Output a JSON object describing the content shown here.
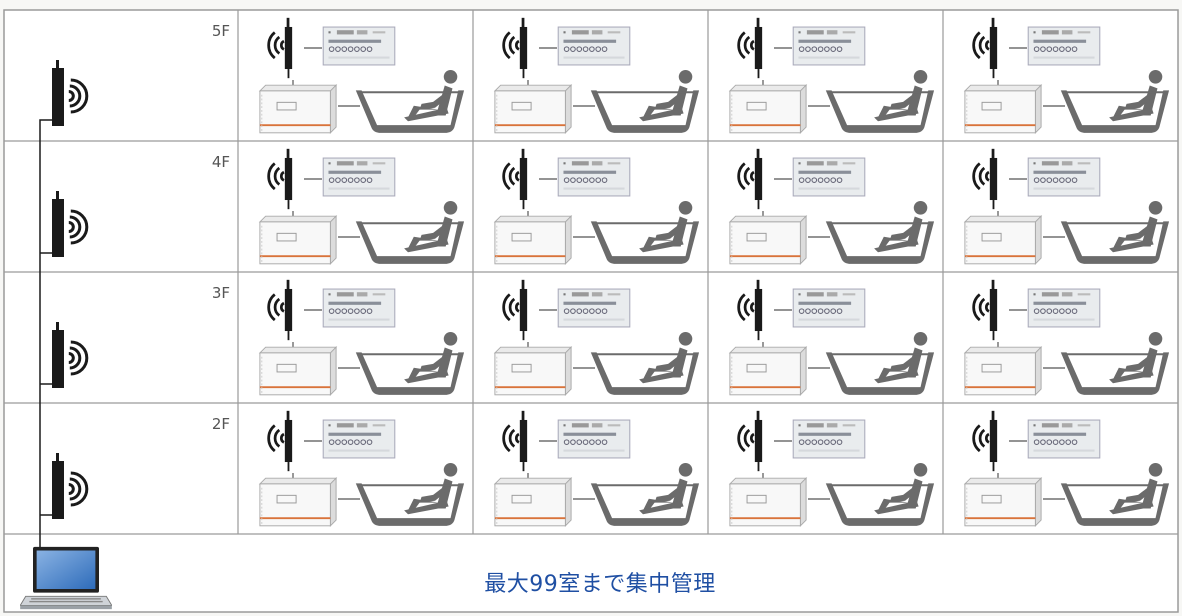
{
  "floors": [
    "5F",
    "4F",
    "3F",
    "2F"
  ],
  "rooms_per_floor": 4,
  "caption": "最大99室まで集中管理",
  "icons": {
    "antenna": "antenna-transmitter-icon",
    "controller": "remote-controller-icon",
    "heater": "water-heater-unit-icon",
    "bath": "bathtub-with-person-icon",
    "laptop": "laptop-icon"
  },
  "colors": {
    "grid": "#9a9a9a",
    "device": "#1a1a1a",
    "bath": "#6b6b6b",
    "heater_accent": "#d9733a",
    "caption": "#1f4fa3"
  }
}
